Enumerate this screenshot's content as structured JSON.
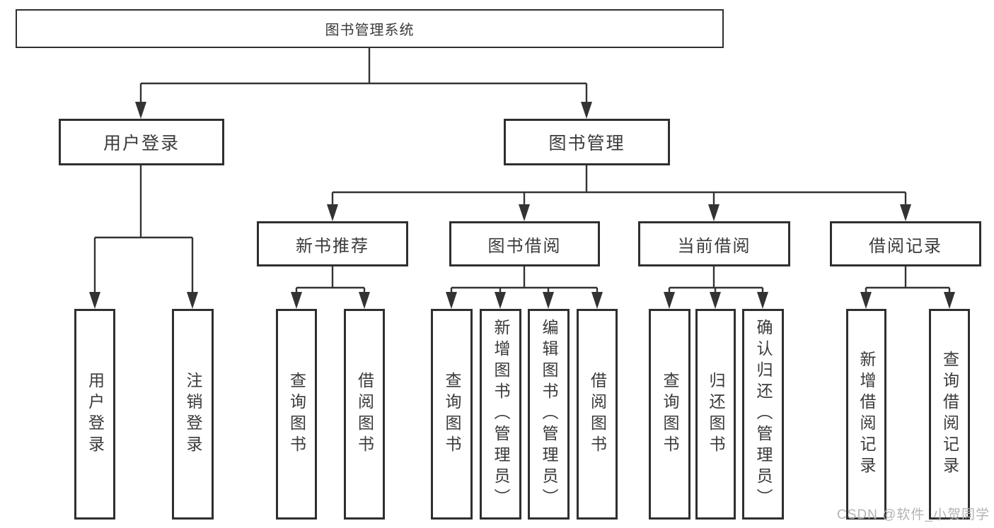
{
  "diagram_title": "图书管理系统",
  "colors": {
    "line": "#333333",
    "box_border": "#2f2f2f",
    "text": "#3a3a3a",
    "background": "#ffffff",
    "watermark": "#b3b3b3"
  },
  "tree": {
    "label": "图书管理系统",
    "children": [
      {
        "label": "用户登录",
        "children": [
          {
            "label": "用户登录"
          },
          {
            "label": "注销登录"
          }
        ]
      },
      {
        "label": "图书管理",
        "children": [
          {
            "label": "新书推荐",
            "children": [
              {
                "label": "查询图书"
              },
              {
                "label": "借阅图书"
              }
            ]
          },
          {
            "label": "图书借阅",
            "children": [
              {
                "label": "查询图书"
              },
              {
                "label": "新增图书（管理员）"
              },
              {
                "label": "编辑图书（管理员）"
              },
              {
                "label": "借阅图书"
              }
            ]
          },
          {
            "label": "当前借阅",
            "children": [
              {
                "label": "查询图书"
              },
              {
                "label": "归还图书"
              },
              {
                "label": "确认归还（管理员）"
              }
            ]
          },
          {
            "label": "借阅记录",
            "children": [
              {
                "label": "新增借阅记录"
              },
              {
                "label": "查询借阅记录"
              }
            ]
          }
        ]
      }
    ]
  },
  "watermark": {
    "text": "CSDN @软件_小贺同学"
  }
}
